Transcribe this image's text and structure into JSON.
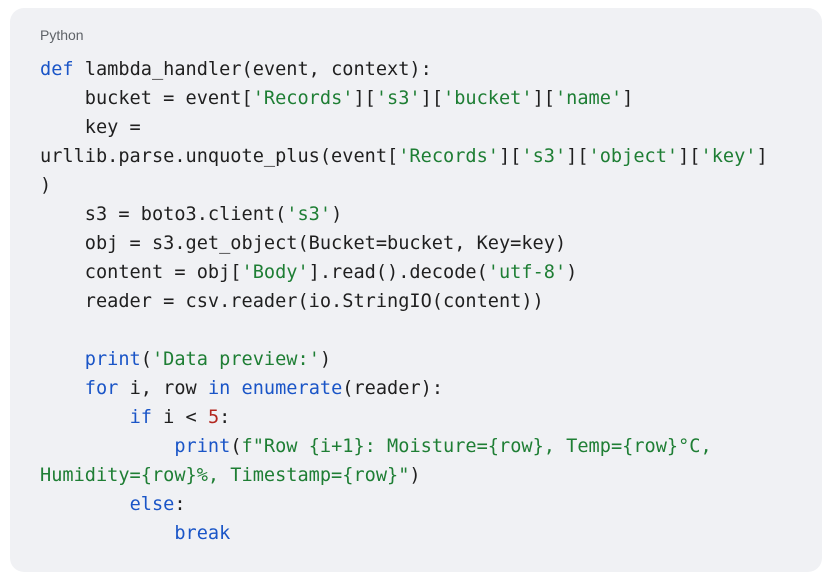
{
  "code_block": {
    "language": "Python",
    "lines": [
      [
        [
          "kw",
          "def"
        ],
        [
          "txt",
          " lambda_handler(event, context):"
        ]
      ],
      [
        [
          "txt",
          "    bucket = event["
        ],
        [
          "str",
          "'Records'"
        ],
        [
          "txt",
          "]["
        ],
        [
          "str",
          "'s3'"
        ],
        [
          "txt",
          "]["
        ],
        [
          "str",
          "'bucket'"
        ],
        [
          "txt",
          "]["
        ],
        [
          "str",
          "'name'"
        ],
        [
          "txt",
          "]"
        ]
      ],
      [
        [
          "txt",
          "    key ="
        ]
      ],
      [
        [
          "txt",
          "urllib.parse.unquote_plus(event["
        ],
        [
          "str",
          "'Records'"
        ],
        [
          "txt",
          "]["
        ],
        [
          "str",
          "'s3'"
        ],
        [
          "txt",
          "]["
        ],
        [
          "str",
          "'object'"
        ],
        [
          "txt",
          "]["
        ],
        [
          "str",
          "'key'"
        ],
        [
          "txt",
          "]"
        ]
      ],
      [
        [
          "txt",
          ")"
        ]
      ],
      [
        [
          "txt",
          "    s3 = boto3.client("
        ],
        [
          "str",
          "'s3'"
        ],
        [
          "txt",
          ")"
        ]
      ],
      [
        [
          "txt",
          "    obj = s3.get_object(Bucket=bucket, Key=key)"
        ]
      ],
      [
        [
          "txt",
          "    content = obj["
        ],
        [
          "str",
          "'Body'"
        ],
        [
          "txt",
          "].read().decode("
        ],
        [
          "str",
          "'utf-8'"
        ],
        [
          "txt",
          ")"
        ]
      ],
      [
        [
          "txt",
          "    reader = csv.reader(io.StringIO(content))"
        ]
      ],
      [
        [
          "txt",
          ""
        ]
      ],
      [
        [
          "txt",
          "    "
        ],
        [
          "kw",
          "print"
        ],
        [
          "txt",
          "("
        ],
        [
          "str",
          "'Data preview:'"
        ],
        [
          "txt",
          ")"
        ]
      ],
      [
        [
          "txt",
          "    "
        ],
        [
          "kw",
          "for"
        ],
        [
          "txt",
          " i, row "
        ],
        [
          "kw",
          "in"
        ],
        [
          "txt",
          " "
        ],
        [
          "kw",
          "enumerate"
        ],
        [
          "txt",
          "(reader):"
        ]
      ],
      [
        [
          "txt",
          "        "
        ],
        [
          "kw",
          "if"
        ],
        [
          "txt",
          " i < "
        ],
        [
          "num",
          "5"
        ],
        [
          "txt",
          ":"
        ]
      ],
      [
        [
          "txt",
          "            "
        ],
        [
          "kw",
          "print"
        ],
        [
          "txt",
          "("
        ],
        [
          "str",
          "f\"Row {i+1}: Moisture={row}, Temp={row}°C,"
        ]
      ],
      [
        [
          "str",
          "Humidity={row}%, Timestamp={row}\""
        ],
        [
          "txt",
          ")"
        ]
      ],
      [
        [
          "txt",
          "        "
        ],
        [
          "kw",
          "else"
        ],
        [
          "txt",
          ":"
        ]
      ],
      [
        [
          "txt",
          "            "
        ],
        [
          "kw",
          "break"
        ]
      ]
    ]
  }
}
